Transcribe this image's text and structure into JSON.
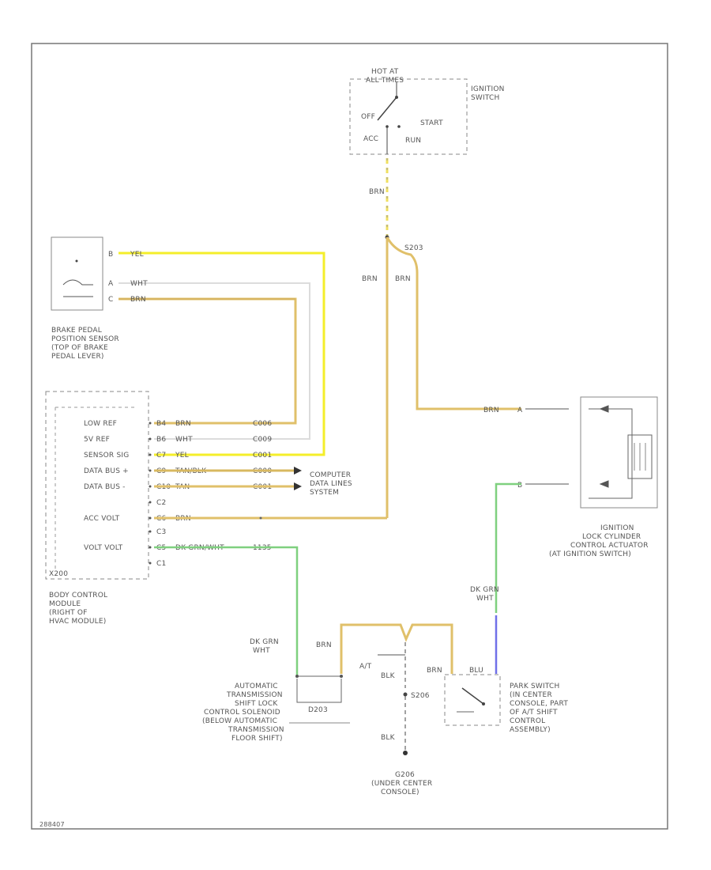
{
  "ignition": {
    "header_lines": [
      "HOT AT",
      "ALL TIMES"
    ],
    "name_lines": [
      "IGNITION",
      "SWITCH"
    ],
    "positions": [
      "OFF",
      "START",
      "ACC",
      "RUN"
    ]
  },
  "brake_sensor": {
    "pins": [
      "B",
      "A",
      "C"
    ],
    "wire_labels": [
      "YEL",
      "WHT",
      "BRN"
    ],
    "name_lines": [
      "BRAKE PEDAL",
      "POSITION SENSOR",
      "(TOP OF BRAKE",
      "PEDAL LEVER)"
    ]
  },
  "bcm": {
    "rows": [
      {
        "label": "LOW REF",
        "pin": "B4",
        "wire": "BRN",
        "circuit": "C006"
      },
      {
        "label": "5V REF",
        "pin": "B6",
        "wire": "WHT",
        "circuit": "C009"
      },
      {
        "label": "SENSOR SIG",
        "pin": "C7",
        "wire": "YEL",
        "circuit": "C001"
      },
      {
        "label": "DATA BUS +",
        "pin": "C9",
        "wire": "TAN/BLK",
        "circuit": "C000"
      },
      {
        "label": "DATA BUS -",
        "pin": "C10",
        "wire": "TAN",
        "circuit": "C001"
      },
      {
        "label": "",
        "pin": "C2",
        "wire": "",
        "circuit": ""
      },
      {
        "label": "ACC VOLT",
        "pin": "C6",
        "wire": "BRN",
        "circuit": ""
      },
      {
        "label": "",
        "pin": "C3",
        "wire": "",
        "circuit": ""
      },
      {
        "label": "VOLT VOLT",
        "pin": "C5",
        "wire": "DK GRN/WHT",
        "circuit": "1135"
      },
      {
        "label": "",
        "pin": "C1",
        "wire": "",
        "circuit": ""
      }
    ],
    "side_tag": "X200",
    "name_lines": [
      "BODY CONTROL",
      "MODULE",
      "(RIGHT OF",
      "HVAC MODULE)"
    ]
  },
  "computer": {
    "name_lines": [
      "COMPUTER",
      "DATA LINES",
      "SYSTEM"
    ]
  },
  "splice": {
    "wire_top": "BRN",
    "wire_left": "BRN",
    "wire_right": "BRN",
    "tag": "S203"
  },
  "actuator": {
    "wire_top": "BRN",
    "pin_top": "A",
    "pin_bottom": "B",
    "name_lines": [
      "IGNITION",
      "LOCK CYLINDER",
      "CONTROL ACTUATOR",
      "(AT IGNITION SWITCH)"
    ],
    "wire_bottom_lines": [
      "DK GRN",
      "WHT"
    ]
  },
  "solenoid": {
    "wire_lines": [
      "DK GRN",
      "WHT"
    ],
    "wire_top": "BRN",
    "name_lines": [
      "AUTOMATIC",
      "TRANSMISSION",
      "SHIFT LOCK",
      "CONTROL SOLENOID",
      "(BELOW AUTOMATIC",
      "TRANSMISSION",
      "FLOOR SHIFT)"
    ],
    "tag": "D203"
  },
  "ground": {
    "wire_top": "BLK",
    "tag": "S206",
    "wire_bottom": "BLK",
    "switch_label": "A/T",
    "name_lines": [
      "G206",
      "(UNDER CENTER",
      "CONSOLE)"
    ]
  },
  "park_switch": {
    "wire": "BRN",
    "wire_blue": "BLU",
    "name_lines": [
      "PARK SWITCH",
      "(IN CENTER",
      "CONSOLE, PART",
      "OF A/T SHIFT",
      "CONTROL",
      "ASSEMBLY)"
    ]
  },
  "footer": "288407",
  "colors": {
    "yellow": "#f4ee2a",
    "brown": "#e0c06a",
    "brown_dark": "#b89040",
    "white_wire": "#d8d8d8",
    "green": "#7fd07f",
    "blue": "#7070e8",
    "border": "#777777",
    "text": "#555555"
  }
}
